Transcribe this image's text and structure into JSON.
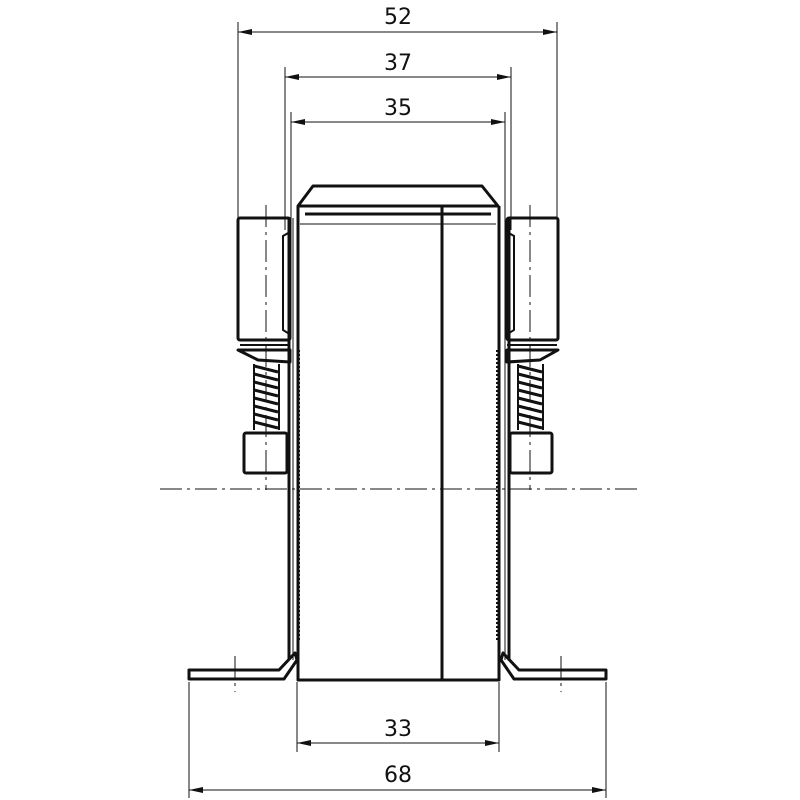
{
  "drawing": {
    "dimensions": [
      {
        "id": "top_outer_width",
        "value": "52"
      },
      {
        "id": "top_mid_width",
        "value": "37"
      },
      {
        "id": "top_inner_width",
        "value": "35"
      },
      {
        "id": "base_inner_width",
        "value": "33"
      },
      {
        "id": "base_overall_width",
        "value": "68"
      }
    ],
    "line_color": "#111111",
    "background": "#ffffff"
  }
}
